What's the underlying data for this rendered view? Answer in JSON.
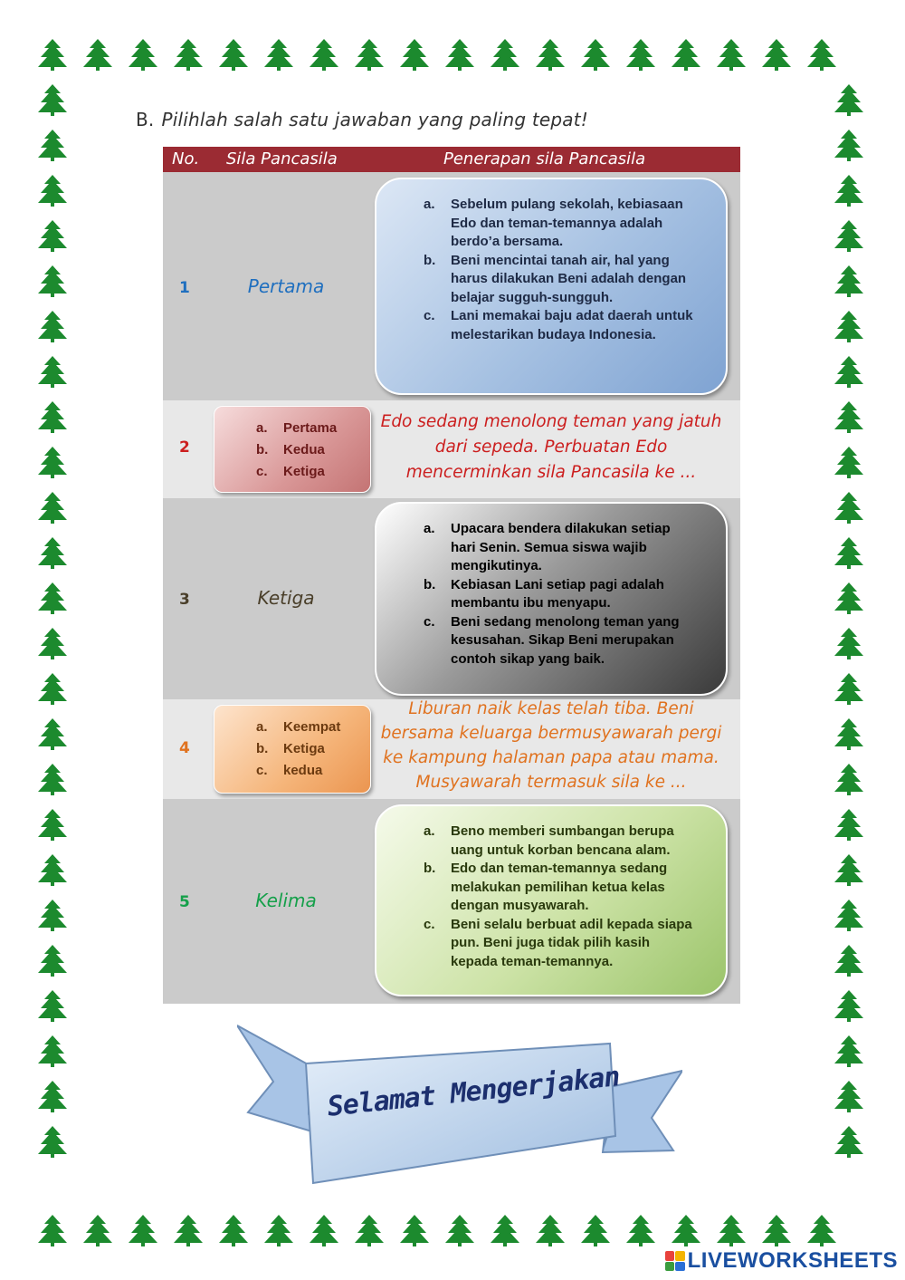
{
  "title": {
    "letter": "B.",
    "text": "Pilihlah salah satu jawaban yang paling tepat!"
  },
  "header": {
    "no": "No.",
    "sila": "Sila Pancasila",
    "penerapan": "Penerapan sila Pancasila"
  },
  "rows": [
    {
      "no": "1",
      "sila": "Pertama",
      "options": [
        {
          "letter": "a.",
          "text": "Sebelum pulang sekolah, kebiasaan Edo dan teman-temannya adalah berdo’a bersama."
        },
        {
          "letter": "b.",
          "text": "Beni mencintai tanah air, hal yang harus dilakukan Beni adalah dengan belajar sugguh-sungguh."
        },
        {
          "letter": "c.",
          "text": "Lani memakai baju adat daerah untuk melestarikan budaya Indonesia."
        }
      ]
    },
    {
      "no": "2",
      "options": [
        {
          "letter": "a.",
          "text": "Pertama"
        },
        {
          "letter": "b.",
          "text": "Kedua"
        },
        {
          "letter": "c.",
          "text": "Ketiga"
        }
      ],
      "question": "Edo sedang menolong teman yang jatuh dari sepeda. Perbuatan Edo mencerminkan sila Pancasila ke ..."
    },
    {
      "no": "3",
      "sila": "Ketiga",
      "options": [
        {
          "letter": "a.",
          "text": "Upacara bendera dilakukan setiap hari Senin. Semua siswa wajib mengikutinya."
        },
        {
          "letter": "b.",
          "text": "Kebiasan Lani setiap pagi adalah membantu ibu menyapu."
        },
        {
          "letter": "c.",
          "text": "Beni  sedang menolong teman yang kesusahan. Sikap Beni merupakan contoh sikap yang baik."
        }
      ]
    },
    {
      "no": "4",
      "options": [
        {
          "letter": "a.",
          "text": "Keempat"
        },
        {
          "letter": "b.",
          "text": "Ketiga"
        },
        {
          "letter": "c.",
          "text": "kedua"
        }
      ],
      "question": "Liburan naik kelas telah tiba. Beni bersama keluarga bermusyawarah pergi ke kampung halaman papa atau mama. Musyawarah termasuk sila ke ..."
    },
    {
      "no": "5",
      "sila": "Kelima",
      "options": [
        {
          "letter": "a.",
          "text": "Beno memberi sumbangan berupa uang untuk korban bencana alam."
        },
        {
          "letter": "b.",
          "text": "Edo dan teman-temannya sedang melakukan pemilihan ketua kelas dengan musyawarah."
        },
        {
          "letter": "c.",
          "text": "Beni selalu berbuat adil kepada siapa pun. Beni juga tidak pilih kasih kepada teman-temannya."
        }
      ]
    }
  ],
  "banner": "Selamat Mengerjakan",
  "footer": {
    "logo_letters": "LIVE",
    "brand": "LIVEWORKSHEETS"
  },
  "colors": {
    "tree": "#1c8a2e",
    "header_bg": "#9b2b33",
    "row1": "#1f6fbf",
    "row2": "#cc1f1f",
    "row3": "#4a3f2a",
    "row4": "#e0721f",
    "row5": "#15a04a"
  }
}
